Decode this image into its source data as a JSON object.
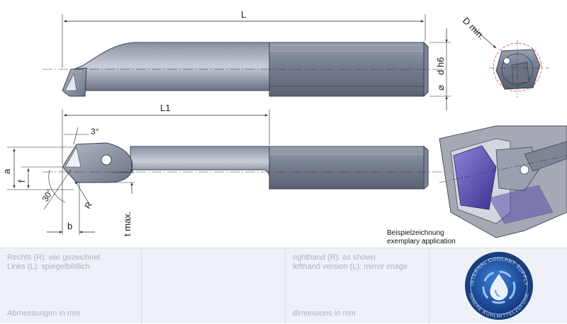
{
  "dimensions": {
    "L": "L",
    "L1": "L1",
    "d_h6": "d h6",
    "d_symbol": "⌀",
    "D_min": "D min.",
    "a": "a",
    "f": "f",
    "b": "b",
    "R": "R",
    "t_max": "t max.",
    "angle_3": "3°",
    "angle_30": "30°"
  },
  "caption": {
    "line1": "Beispielzeichnung",
    "line2": "exemplary application"
  },
  "footer": {
    "de_line1": "Rechts (R): wie gezeichnet",
    "de_line2": "Links (L): spiegelbildlich",
    "de_units": "Abmessungen in mm",
    "en_line1": "righthand (R): as shown",
    "en_line2": "lefthand version (L): mirror image",
    "en_units": "dimensions in mm"
  },
  "badge": {
    "outer_text": "INTERNAL COOLANT SUPPLY",
    "inner_text": "INNERE KÜHLMITTELZUFUHR"
  },
  "colors": {
    "tool_body": "#7b8396",
    "tool_dark": "#565d70",
    "tool_light": "#c3c8d4",
    "insert_purple": "#5a4fb0",
    "dimension_line": "#222222",
    "badge_blue": "#1f4f9e"
  }
}
